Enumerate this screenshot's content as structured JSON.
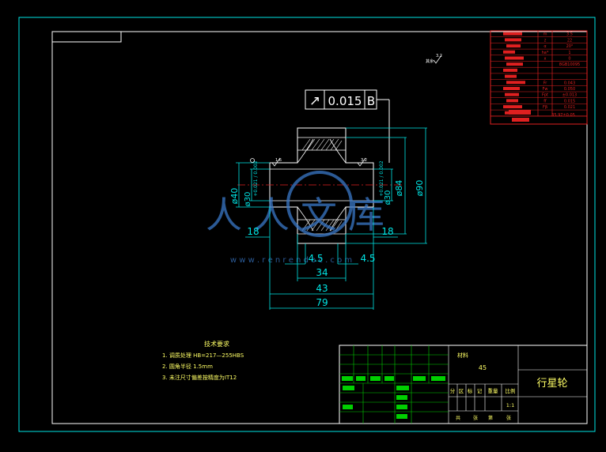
{
  "colors": {
    "background": "#000000",
    "border": "#00e5e5",
    "outline": "#ffffff",
    "dimension": "#00e5e5",
    "table_red": "#e02020",
    "title_green": "#00d000",
    "note_yellow": "#ffff66",
    "centerline": "#e02020",
    "watermark": "#3a78c8"
  },
  "tolerance_frame": {
    "symbol": "↗",
    "value": "0.015",
    "datum": "B"
  },
  "surface_finish_top": "3.2",
  "surface_finish_left": "1.6",
  "surface_finish_right": "3.2",
  "dimensions": {
    "dia_40": "ø40",
    "dia_30_left": "ø30",
    "dia_30_left_tol": "+0.021 / 0.002",
    "dia_30_right": "ø30",
    "dia_30_right_tol": "+0.021 / 0.002",
    "dia_84": "ø84",
    "dia_90": "ø90",
    "len_18_left": "18",
    "len_18_right": "18",
    "len_4_5_left": "4.5",
    "len_4_5_right": "4.5",
    "len_34": "34",
    "len_43": "43",
    "len_79": "79"
  },
  "watermark": {
    "text": "人人文库",
    "url": "w w w . r e n r e n d o c . c o m"
  },
  "tech_notes": {
    "heading": "技术要求",
    "items": [
      "1. 调质处理 HB=217—255HBS",
      "2. 圆角半径  1.5mm",
      "3. 未注尺寸偏差按精度为IT12"
    ]
  },
  "param_table": {
    "rows": [
      [
        "m",
        "3.5"
      ],
      [
        "z",
        "22"
      ],
      [
        "α",
        "20°"
      ],
      [
        "ha*",
        "1"
      ],
      [
        "x",
        "0"
      ],
      [
        "",
        "8GB10095"
      ],
      [
        "",
        ""
      ],
      [
        "",
        ""
      ],
      [
        "Fr",
        "0.043"
      ],
      [
        "Fw",
        "0.050"
      ],
      [
        "Fpt",
        "±0.013"
      ],
      [
        "ff",
        "0.015"
      ],
      [
        "Fβ",
        "0.021"
      ],
      [
        "",
        ""
      ]
    ],
    "footer": "35.97±0.05"
  },
  "title_block": {
    "material_label": "材料",
    "material": "45",
    "part_name": "行星轮",
    "headers": [
      "分",
      "区",
      "标",
      "记",
      "重量",
      "比例"
    ],
    "scale": "1:1",
    "sheet_labels": [
      "共",
      "张",
      "第",
      "张"
    ]
  }
}
